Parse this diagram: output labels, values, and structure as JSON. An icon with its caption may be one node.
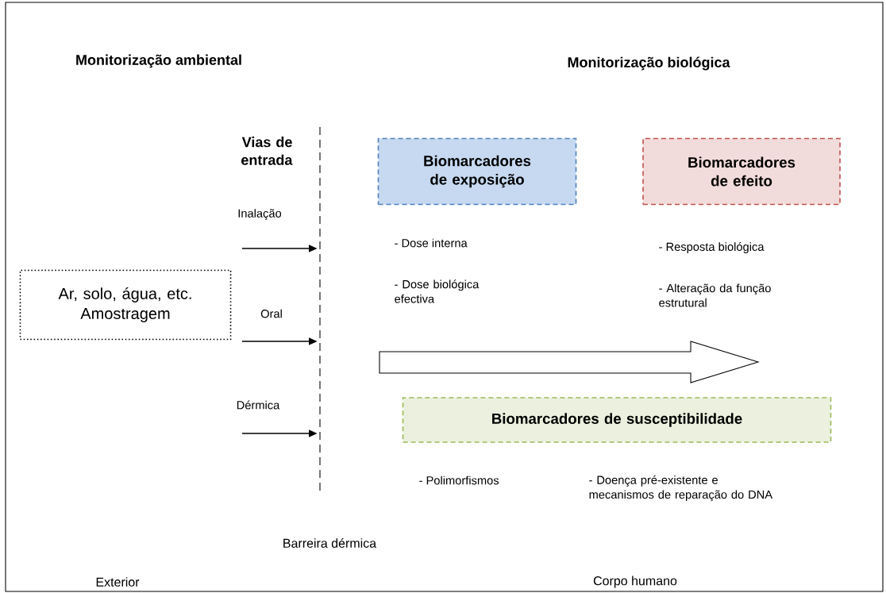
{
  "diagram": {
    "nodes": [
      {
        "text": [
          "Ar, solo, água, etc.",
          "Amostragem"
        ]
      },
      {
        "text": [],
        "shape": "bar",
        "beside": [
          "Barreira dérmica"
        ]
      },
      {
        "text": [
          "Biomarcadores de exposição"
        ]
      },
      {
        "text": [
          "Biomarcadores de efeito"
        ]
      },
      {
        "text": [
          "Biomarcadores de susceptibilidade"
        ]
      }
    ],
    "edges": [
      {
        "from": null,
        "to": 1,
        "arrow": "to",
        "label": "Inalação"
      },
      {
        "from": null,
        "to": 1,
        "arrow": "to",
        "label": "Oral"
      },
      {
        "from": null,
        "to": 1,
        "arrow": "to",
        "label": "Dérmica"
      }
    ],
    "labels": [
      "Monitorização ambiental",
      "Monitorização biológica",
      "Vias de entrada",
      "- Dose interna",
      "- Dose biológica efectiva",
      "- Resposta biológica",
      "- Alteração da função estrutural",
      "- Polimorfismos",
      "- Doença pré-existente e mecanismos de reparação do DNA",
      "Exterior",
      "Corpo humano"
    ]
  }
}
